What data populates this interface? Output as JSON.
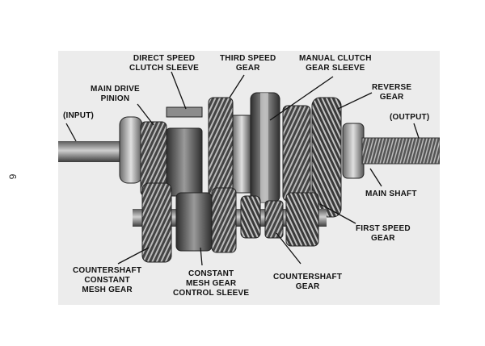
{
  "page_number": "6",
  "labels": {
    "input": [
      "(INPUT)"
    ],
    "main_drive_pinion": [
      "MAIN DRIVE",
      "PINION"
    ],
    "direct_speed_clutch_sleeve": [
      "DIRECT SPEED",
      "CLUTCH SLEEVE"
    ],
    "third_speed_gear": [
      "THIRD SPEED",
      "GEAR"
    ],
    "manual_clutch_gear_sleeve": [
      "MANUAL CLUTCH",
      "GEAR SLEEVE"
    ],
    "reverse_gear": [
      "REVERSE",
      "GEAR"
    ],
    "output": [
      "(OUTPUT)"
    ],
    "main_shaft": [
      "MAIN SHAFT"
    ],
    "first_speed_gear": [
      "FIRST SPEED",
      "GEAR"
    ],
    "countershaft_gear": [
      "COUNTERSHAFT",
      "GEAR"
    ],
    "constant_mesh_gear_control_sleeve": [
      "CONSTANT",
      "MESH GEAR",
      "CONTROL SLEEVE"
    ],
    "countershaft_constant_mesh_gear": [
      "COUNTERSHAFT",
      "CONSTANT",
      "MESH GEAR"
    ]
  }
}
